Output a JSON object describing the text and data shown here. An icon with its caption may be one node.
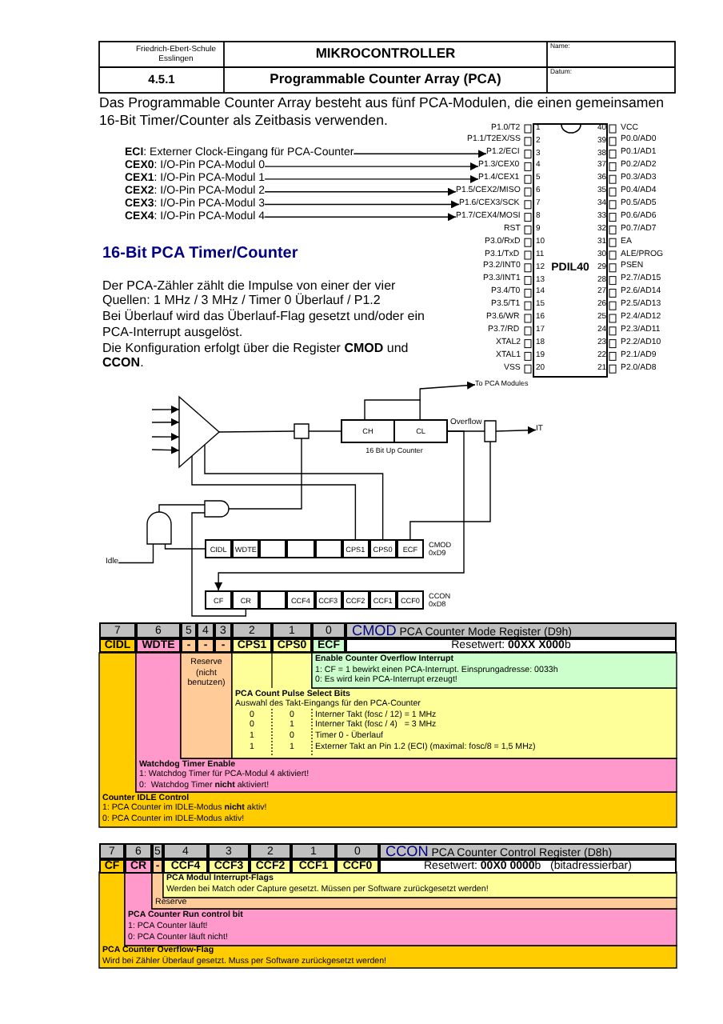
{
  "diagram": {
    "title": "Programmable Counter Array (PCA)",
    "nodes": [
      {
        "text": [
          "**ECI**: Externer Clock-Eingang für PCA-Counter"
        ]
      },
      {
        "text": [
          "**CEX0**: I/O-Pin PCA-Modul 0"
        ]
      },
      {
        "text": [
          "**CEX1**: I/O-Pin PCA-Modul 1"
        ]
      },
      {
        "text": [
          "**CEX2**: I/O-Pin PCA-Modul 2"
        ]
      },
      {
        "text": [
          "**CEX3**: I/O-Pin PCA-Modul 3"
        ]
      },
      {
        "text": [
          "**CEX4**: I/O-Pin PCA-Modul 4"
        ]
      },
      {
        "text": [
          "PDIL40"
        ]
      },
      {
        "text": [
          "P1.0/T2"
        ]
      },
      {
        "text": [
          "P1.1/T2EX/SS"
        ]
      },
      {
        "text": [
          "P1.2/ECI"
        ]
      },
      {
        "text": [
          "P1.3/CEX0"
        ]
      },
      {
        "text": [
          "P1.4/CEX1"
        ]
      },
      {
        "text": [
          "P1.5/CEX2/MISO"
        ]
      },
      {
        "text": [
          "P1.6/CEX3/SCK"
        ]
      },
      {
        "text": [
          "P1.7/CEX4/MOSI"
        ]
      },
      {
        "text": [
          "RST"
        ]
      },
      {
        "text": [
          "P3.0/RxD"
        ]
      },
      {
        "text": [
          "P3.1/TxD"
        ]
      },
      {
        "text": [
          "P3.2/INT0"
        ]
      },
      {
        "text": [
          "P3.3/INT1"
        ]
      },
      {
        "text": [
          "P3.4/T0"
        ]
      },
      {
        "text": [
          "P3.5/T1"
        ]
      },
      {
        "text": [
          "P3.6/WR"
        ]
      },
      {
        "text": [
          "P3.7/RD"
        ]
      },
      {
        "text": [
          "XTAL2"
        ]
      },
      {
        "text": [
          "XTAL1"
        ]
      },
      {
        "text": [
          "VSS"
        ]
      },
      {
        "text": [
          "VCC"
        ]
      },
      {
        "text": [
          "P0.0/AD0"
        ]
      },
      {
        "text": [
          "P0.1/AD1"
        ]
      },
      {
        "text": [
          "P0.2/AD2"
        ]
      },
      {
        "text": [
          "P0.3/AD3"
        ]
      },
      {
        "text": [
          "P0.4/AD4"
        ]
      },
      {
        "text": [
          "P0.5/AD5"
        ]
      },
      {
        "text": [
          "P0.6/AD6"
        ]
      },
      {
        "text": [
          "P0.7/AD7"
        ]
      },
      {
        "text": [
          "EA"
        ]
      },
      {
        "text": [
          "ALE/PROG"
        ]
      },
      {
        "text": [
          "PSEN"
        ]
      },
      {
        "text": [
          "P2.7/AD15"
        ]
      },
      {
        "text": [
          "P2.6/AD14"
        ]
      },
      {
        "text": [
          "P2.5/AD13"
        ]
      },
      {
        "text": [
          "P2.4/AD12"
        ]
      },
      {
        "text": [
          "P2.3/AD11"
        ]
      },
      {
        "text": [
          "P2.2/AD10"
        ]
      },
      {
        "text": [
          "P2.1/AD9"
        ]
      },
      {
        "text": [
          "P2.0/AD8"
        ]
      },
      {
        "text": [],
        "shape": "triangle"
      },
      {
        "text": [],
        "shape": "box"
      },
      {
        "text": [
          "CH",
          "CL"
        ],
        "beside": [
          "16 Bit Up Counter"
        ]
      },
      {
        "text": [],
        "shape": "box"
      },
      {
        "text": [
          "To PCA Modules"
        ]
      },
      {
        "text": [
          "IT"
        ]
      },
      {
        "text": [],
        "shape": "gate"
      },
      {
        "text": [],
        "shape": "gate"
      },
      {
        "text": [
          "Idle"
        ]
      },
      {
        "text": [],
        "shape": "box",
        "beside": [
          "CMOD 0xD9"
        ]
      },
      {
        "text": [
          "CIDL"
        ],
        "in": 56
      },
      {
        "text": [
          "WDTE"
        ],
        "in": 56
      },
      {
        "text": [],
        "shape": "box",
        "in": 56
      },
      {
        "text": [],
        "shape": "box",
        "in": 56
      },
      {
        "text": [],
        "shape": "box",
        "in": 56
      },
      {
        "text": [
          "CPS1"
        ],
        "in": 56
      },
      {
        "text": [
          "CPS0"
        ],
        "in": 56
      },
      {
        "text": [
          "ECF"
        ],
        "in": 56
      },
      {
        "text": [],
        "shape": "box",
        "beside": [
          "CCON 0xD8"
        ]
      },
      {
        "text": [
          "CF"
        ],
        "in": 65
      },
      {
        "text": [
          "CR"
        ],
        "in": 65
      },
      {
        "text": [],
        "shape": "box",
        "in": 65
      },
      {
        "text": [
          "CCF4"
        ],
        "in": 65
      },
      {
        "text": [
          "CCF3"
        ],
        "in": 65
      },
      {
        "text": [
          "CCF2"
        ],
        "in": 65
      },
      {
        "text": [
          "CCF1"
        ],
        "in": 65
      },
      {
        "text": [
          "CCF0"
        ],
        "in": 65
      }
    ],
    "edges": [
      {
        "from": 0,
        "to": 9,
        "arrow": "to"
      },
      {
        "from": 1,
        "to": 10,
        "arrow": "to"
      },
      {
        "from": 2,
        "to": 11,
        "arrow": "to"
      },
      {
        "from": 3,
        "to": 12,
        "arrow": "to"
      },
      {
        "from": 4,
        "to": 13,
        "arrow": "to"
      },
      {
        "from": 5,
        "to": 14,
        "arrow": "to"
      },
      {
        "from": null,
        "to": 47,
        "arrow": "to"
      },
      {
        "from": null,
        "to": 47,
        "arrow": "to"
      },
      {
        "from": null,
        "to": 47,
        "arrow": "to"
      },
      {
        "from": null,
        "to": 47,
        "arrow": "to"
      },
      {
        "from": 47,
        "to": 48,
        "arrow": "none"
      },
      {
        "from": 48,
        "to": 49,
        "arrow": "none"
      },
      {
        "from": 49,
        "to": 50,
        "arrow": "none",
        "label": "Overflow"
      },
      {
        "from": 50,
        "to": 52,
        "arrow": "to"
      },
      {
        "from": 49,
        "to": 51,
        "arrow": "to"
      },
      {
        "from": 62,
        "to": 47,
        "arrow": "none"
      },
      {
        "from": 63,
        "to": 47,
        "arrow": "none"
      },
      {
        "from": 64,
        "to": 50,
        "arrow": "none"
      },
      {
        "from": 49,
        "to": 66,
        "arrow": "to"
      },
      {
        "from": 55,
        "to": 54,
        "arrow": "none"
      },
      {
        "from": 57,
        "to": 54,
        "arrow": "none"
      },
      {
        "from": 54,
        "to": 53,
        "arrow": "none"
      },
      {
        "from": 67,
        "to": 53,
        "arrow": "none"
      },
      {
        "from": 53,
        "to": 48,
        "arrow": "none"
      }
    ],
    "labels": [
      "Friedrich-Ebert-Schule Esslingen",
      "MIKROCONTROLLER",
      "Name:",
      "4.5.1",
      "Datum:",
      "Das Programmable Counter Array besteht aus fünf PCA-Modulen, die einen gemeinsamen 16-Bit Timer/Counter als Zeitbasis verwenden.",
      "16-Bit PCA Timer/Counter",
      "Der PCA-Zähler zählt die Impulse von einer der vier Quellen: 1 MHz / 3 MHz / Timer 0 Überlauf / P1.2",
      "Bei Überlauf wird das Überlauf-Flag gesetzt und/oder ein PCA-Interrupt ausgelöst.",
      "Die Konfiguration erfolgt über die Register **CMOD** und **CCON**.",
      "7",
      "6",
      "5",
      "4",
      "3",
      "2",
      "1",
      "0",
      "**CMOD** PCA Counter Mode Register (D9h)",
      "CIDL",
      "WDTE",
      "-",
      "-",
      "-",
      "CPS1",
      "CPS0",
      "ECF",
      "Resetwert: **00XX X000**b",
      "Reserve (nicht benutzen)",
      "Enable Counter Overflow Interrupt",
      "1: CF = 1 bewirkt einen PCA-Interrupt. Einsprungadresse: 0033h",
      "0: Es wird kein PCA-Interrupt erzeugt!",
      "PCA Count Pulse Select Bits",
      "Auswahl des Takt-Eingangs für den PCA-Counter",
      "0",
      "0",
      "Interner Takt (fosc / 12) = 1 MHz",
      "0",
      "1",
      "Interner Takt (fosc / 4)   = 3 MHz",
      "1",
      "0",
      "Timer 0 - Überlauf",
      "1",
      "1",
      "Externer Takt an Pin 1.2 (ECI) (maximal: fosc/8 = 1,5 MHz)",
      "Watchdog Timer Enable",
      "1: Watchdog Timer für PCA-Modul 4 aktiviert!",
      "0:  Watchdog Timer **nicht** aktiviert!",
      "Counter IDLE Control",
      "1: PCA Counter im IDLE-Modus **nicht** aktiv!",
      "0: PCA Counter im IDLE-Modus aktiv!",
      "7",
      "6",
      "5",
      "4",
      "3",
      "2",
      "1",
      "0",
      "**CCON** PCA Counter Control Register (D8h)",
      "CF",
      "CR",
      "-",
      "CCF4",
      "CCF3",
      "CCF2",
      "CCF1",
      "CCF0",
      "Resetwert: **00X0 0000**b   (bitadressierbar)",
      "PCA Modul Interrupt-Flags",
      "Werden bei Match oder Capture gesetzt. Müssen per Software zurückgesetzt werden!",
      "Reserve",
      "PCA Counter Run control bit",
      "1: PCA Counter läuft!",
      "0: PCA Counter läuft nicht!",
      "PCA Counter Overflow-Flag",
      "Wird bei Zähler Überlauf gesetzt. Muss per Software zurückgesetzt werden!",
      "1",
      "2",
      "3",
      "4",
      "5",
      "6",
      "7",
      "8",
      "9",
      "10",
      "11",
      "12",
      "13",
      "14",
      "15",
      "16",
      "17",
      "18",
      "19",
      "20",
      "40",
      "39",
      "38",
      "37",
      "36",
      "35",
      "34",
      "33",
      "32",
      "31",
      "30",
      "29",
      "28",
      "27",
      "26",
      "25",
      "24",
      "23",
      "22",
      "21"
    ]
  }
}
